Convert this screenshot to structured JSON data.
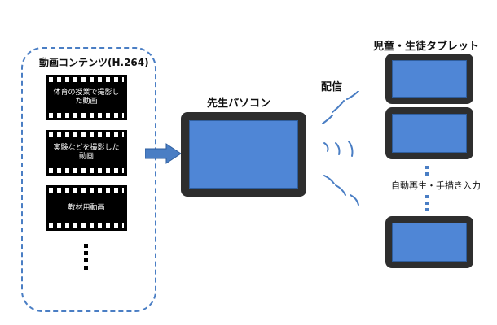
{
  "video_contents": {
    "label": "動画コンテンツ(H.264)",
    "films": [
      {
        "text": "体育の授業で撮影した動画"
      },
      {
        "text": "実験などを撮影した動画"
      },
      {
        "text": "教材用動画"
      }
    ]
  },
  "teacher_pc": {
    "label": "先生パソコン"
  },
  "delivery": {
    "label": "配信"
  },
  "student_tablets": {
    "label": "児童・生徒タブレット",
    "note": "自動再生・手描き入力"
  },
  "colors": {
    "accent": "#4a7ec4",
    "screen": "#4f86d6",
    "bezel": "#2e2e2e"
  }
}
